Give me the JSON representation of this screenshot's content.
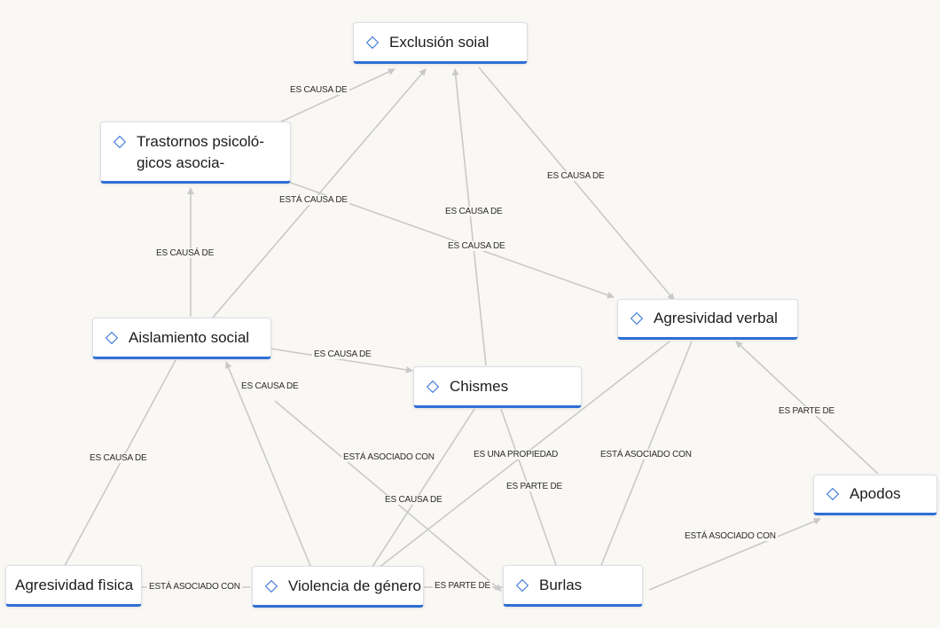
{
  "nodes": {
    "exclusion": "Exclusión soial",
    "trastornos": "Trastornos psicoló-gicos asocia-",
    "aislamiento": "Aislamiento social",
    "agresividad_verbal": "Agresividad verbal",
    "chismes": "Chismes",
    "apodos": "Apodos",
    "agresividad_fisica": "Agresividad fìsica",
    "violencia": "Violencia de género",
    "burlas": "Burlas"
  },
  "edge_labels": {
    "tras_exc": "ES CAUSA DE",
    "ais_tras": "ES CAUSÁ DE",
    "ais_exc": "ESTÁ CAUSA DE",
    "tras_agv": "ES CAUSA DE",
    "chis_exc": "ES CAUSA DE",
    "exc_agv": "ES CAUSA DE",
    "ais_chis": "ES CAUSA DE",
    "viol_ais": "ES CAUSA DE",
    "fis_ais": "ES CAUSA DE",
    "ais_bur": "ESTÁ ASOCIADO CON",
    "agv_viol": "ES UNA PROPIEDAD",
    "agv_bur": "ESTÁ ASOCIADO CON",
    "apo_agv": "ES PARTE DE",
    "chis_viol": "ES CAUSA DE",
    "chis_bur": "ES PARTE DE",
    "bur_apo": "ESTÁ ASOCIADO CON",
    "fis_viol": "ESTÁ ASOCIADO CON",
    "viol_bur": "ES PARTE DE"
  },
  "colors": {
    "accent": "#2f6fd6",
    "edge": "#c9c9c9",
    "background": "#faf8f4"
  },
  "icons": {
    "node": "diamond-icon"
  }
}
